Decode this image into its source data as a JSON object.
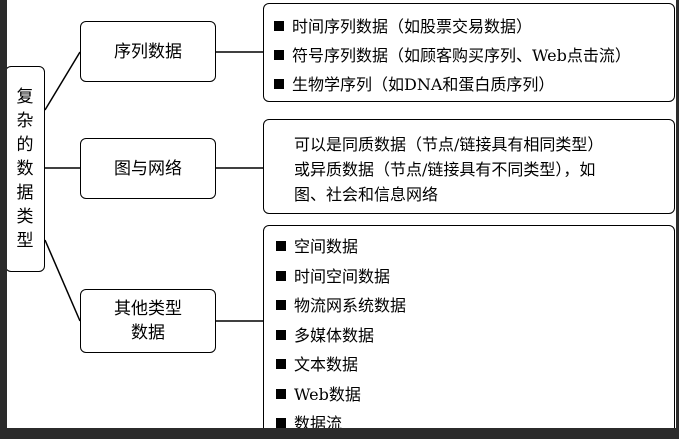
{
  "root": {
    "chars": [
      "复",
      "杂",
      "的",
      "数",
      "据",
      "类",
      "型"
    ]
  },
  "categories": [
    {
      "label": "序列数据",
      "items": [
        "时间序列数据（如股票交易数据）",
        "符号序列数据（如顾客购买序列、Web点击流）",
        "生物学序列（如DNA和蛋白质序列）"
      ]
    },
    {
      "label": "图与网络",
      "description_lines": [
        "可以是同质数据（节点/链接具有相同类型）",
        "或异质数据（节点/链接具有不同类型），如",
        "图、社会和信息网络"
      ]
    },
    {
      "label": "其他类型\n数据",
      "items": [
        "空间数据",
        "时间空间数据",
        "物流网系统数据",
        "多媒体数据",
        "文本数据",
        "Web数据",
        "数据流"
      ]
    }
  ]
}
